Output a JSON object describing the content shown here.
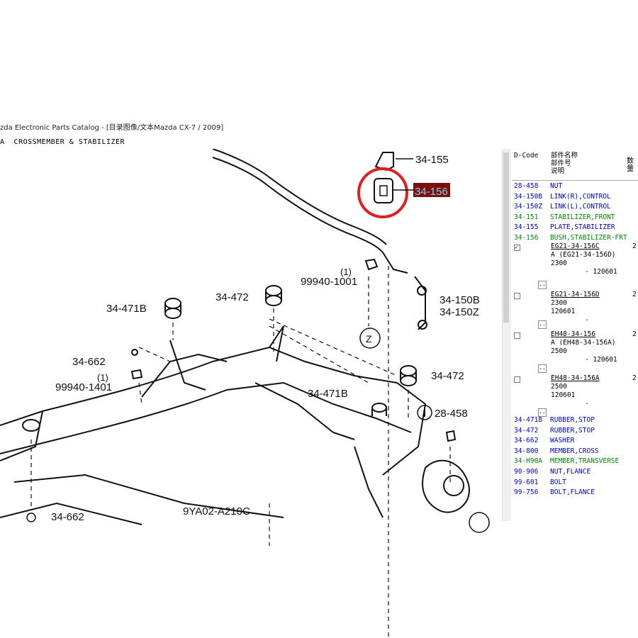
{
  "window": {
    "title": "zda Electronic Parts Catalog - [目录图像/文本Mazda CX-7 / 2009]"
  },
  "section": {
    "title": "A  CROSSMEMBER & STABILIZER"
  },
  "diagram": {
    "labels": {
      "l34155": "34-155",
      "l34156": "34-156",
      "l99940_1001": "99940-1001",
      "l99940_1001_qty": "(1)",
      "l34472a": "34-472",
      "l34471b_a": "34-471B",
      "l34150": "34-150B",
      "l34150z": "34-150Z",
      "l34662a": "34-662",
      "l99940_1401": "99940-1401",
      "l99940_1401_qty": "(1)",
      "l34471b_b": "34-471B",
      "l34472b": "34-472",
      "l28458": "28-458",
      "l34662b": "34-662",
      "l9ya02": "9YA02-A210C",
      "zmark": "Z"
    }
  },
  "panel": {
    "header": {
      "dcode": "D-Code",
      "name1": "部件名称",
      "name2": "部件号",
      "name3": "说明",
      "qty": "数量"
    },
    "rows_top": [
      {
        "code": "28-458",
        "name": "NUT",
        "color": "blue"
      },
      {
        "code": "34-150B",
        "name": "LINK(R),CONTROL",
        "color": "blue"
      },
      {
        "code": "34-150Z",
        "name": "LINK(L),CONTROL",
        "color": "blue"
      },
      {
        "code": "34-151",
        "name": "STABILIZER,FRONT",
        "color": "green"
      },
      {
        "code": "34-155",
        "name": "PLATE,STABILIZER",
        "color": "blue"
      },
      {
        "code": "34-156",
        "name": "BUSH,STABILIZER-FRT",
        "color": "green"
      }
    ],
    "subitems": [
      {
        "check": "✓",
        "part": "EG21-34-156C",
        "qty": "2",
        "line2": "A (EG21-34-156D)",
        "line3": "2300",
        "line4": "- 120601"
      },
      {
        "check": "",
        "part": "EG21-34-156D",
        "qty": "2",
        "line2": "2300",
        "line3": "120601",
        "line4": "-"
      },
      {
        "check": "",
        "part": "EH48-34-156",
        "qty": "2",
        "line2": "A (EH48-34-156A)",
        "line3": "2500",
        "line4": "- 120601"
      },
      {
        "check": "",
        "part": "EH48-34-156A",
        "qty": "2",
        "line2": "2500",
        "line3": "120601",
        "line4": "-"
      }
    ],
    "rows_bottom": [
      {
        "code": "34-471B",
        "name": "RUBBER,STOP",
        "color": "blue"
      },
      {
        "code": "34-472",
        "name": "RUBBER,STOP",
        "color": "blue"
      },
      {
        "code": "34-662",
        "name": "WASHER",
        "color": "blue"
      },
      {
        "code": "34-800",
        "name": "MEMBER,CROSS",
        "color": "blue"
      },
      {
        "code": "34-H90A",
        "name": "MEMBER,TRANSVERSE",
        "color": "green"
      },
      {
        "code": "90-906",
        "name": "NUT,FLANCE",
        "color": "blue"
      },
      {
        "code": "99-601",
        "name": "BOLT",
        "color": "blue"
      },
      {
        "code": "99-756",
        "name": "BOLT,FLANCE",
        "color": "blue"
      }
    ],
    "button_glyph": ".."
  }
}
